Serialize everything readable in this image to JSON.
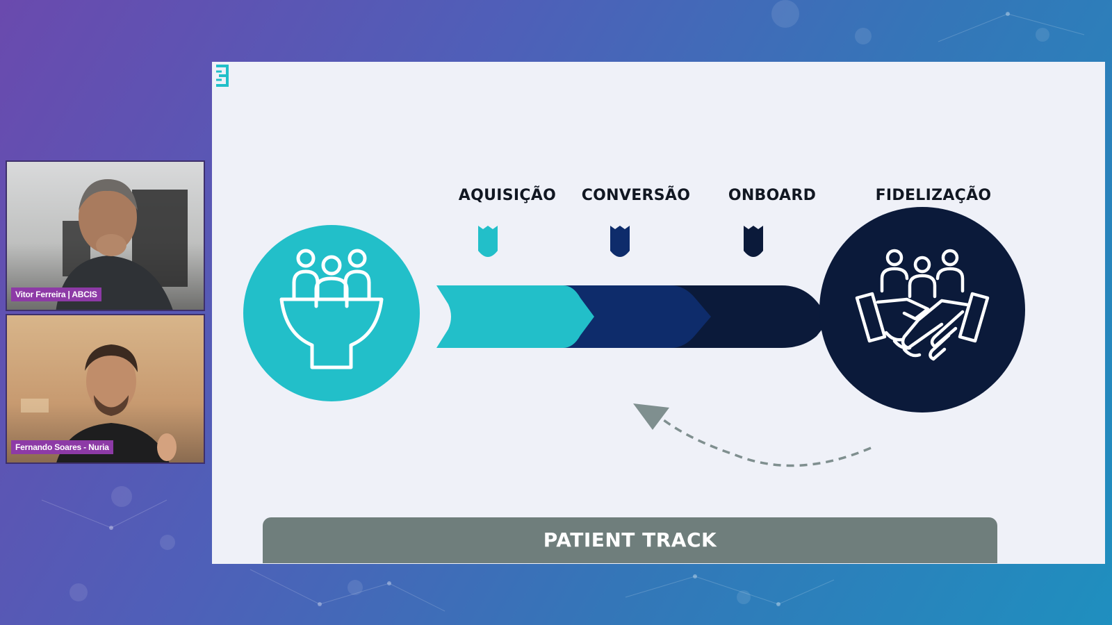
{
  "participants": [
    {
      "name": "Vitor Ferreira | ABCIS"
    },
    {
      "name": "Fernando Soares - Nuria"
    }
  ],
  "slide": {
    "stages": [
      "AQUISIÇÃO",
      "CONVERSÃO",
      "ONBOARD",
      "FIDELIZAÇÃO"
    ],
    "banner": "PATIENT TRACK",
    "colors": {
      "teal": "#22bfc9",
      "navy": "#0e2c6b",
      "dark_navy": "#0b1a3a",
      "banner": "#6f7e7c",
      "arrow": "#7f8f8f"
    },
    "icons": {
      "left_circle": "people-funnel-icon",
      "right_circle": "handshake-team-icon",
      "corner": "brand-logo-icon",
      "return": "dashed-return-arrow-icon"
    }
  }
}
